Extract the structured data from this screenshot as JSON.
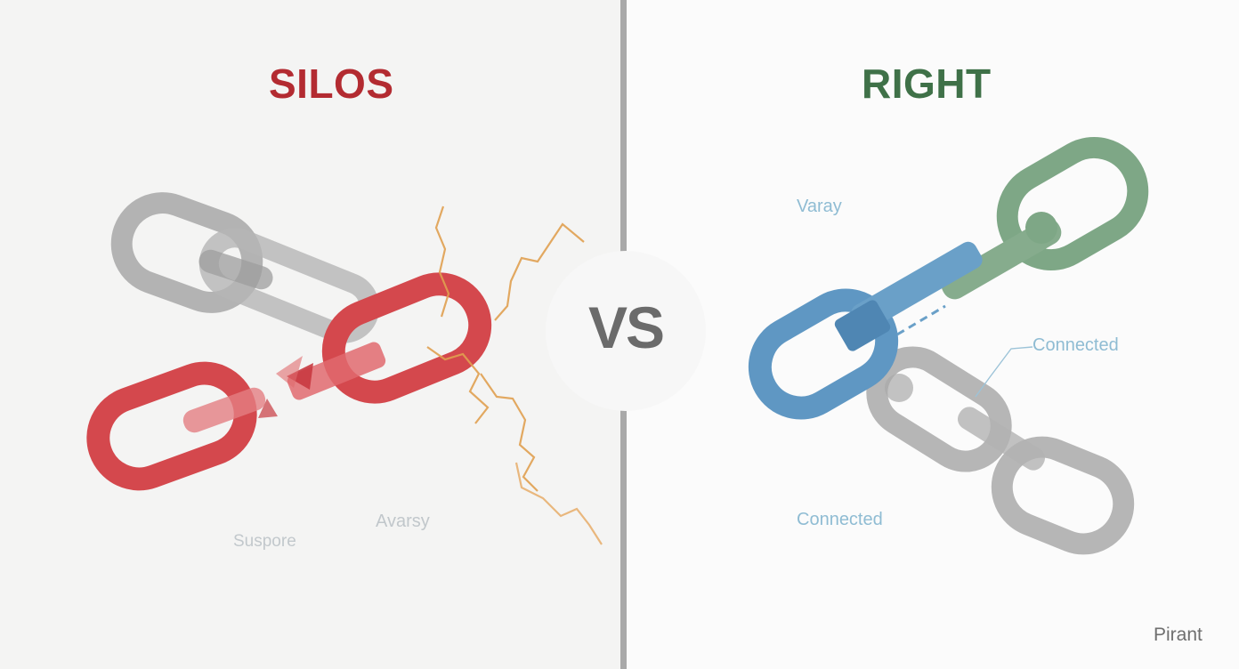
{
  "left_panel": {
    "title": "SILOS",
    "labels": {
      "suspore": "Suspore",
      "avarsy": "Avarsy"
    }
  },
  "right_panel": {
    "title": "RIGHT",
    "labels": {
      "varay": "Varay",
      "connected_upper": "Connected",
      "connected_lower": "Connected"
    }
  },
  "center": {
    "vs": "VS"
  },
  "brand": "Pirant",
  "colors": {
    "silos_red": "#b32b31",
    "right_green": "#3f7148",
    "link_gray": "#a7a7a7",
    "link_red": "#d4484d",
    "link_blue": "#5f97c3",
    "link_green": "#7ea786",
    "crack_orange": "#e0a050",
    "divider": "#a9a9a9"
  }
}
